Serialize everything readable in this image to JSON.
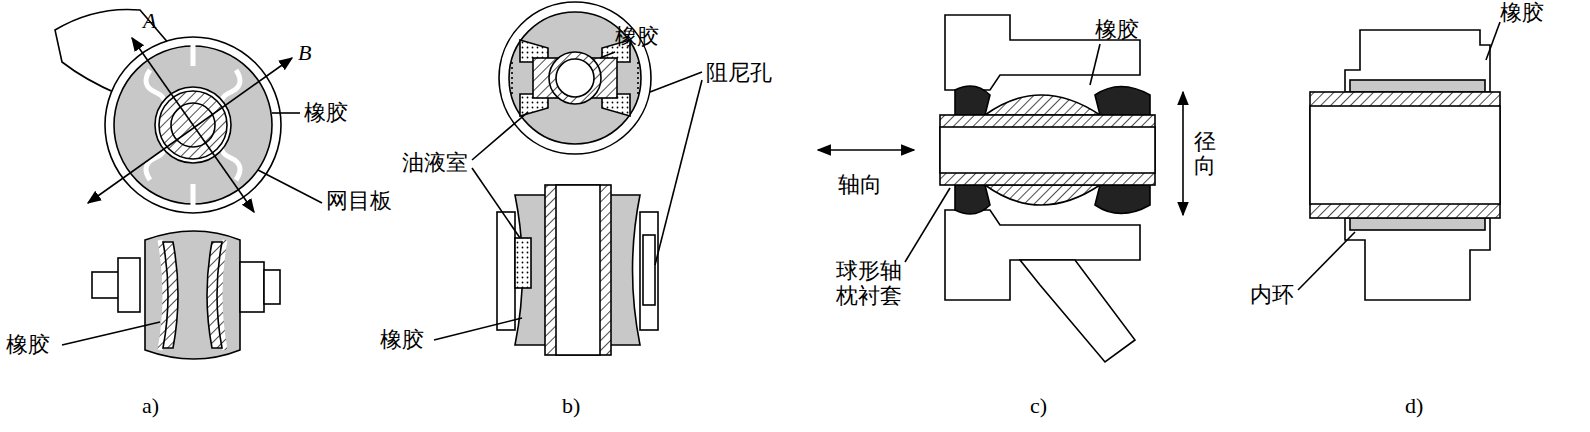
{
  "diagram": {
    "labels": [
      "A",
      "B",
      "橡胶",
      "网目板",
      "橡胶",
      "橡胶",
      "阻尼孔",
      "油液室",
      "橡胶",
      "轴向",
      "橡胶",
      "径向",
      "球形轴 枕衬套",
      "橡胶",
      "内环",
      "a)",
      "b)",
      "c)",
      "d)"
    ]
  }
}
